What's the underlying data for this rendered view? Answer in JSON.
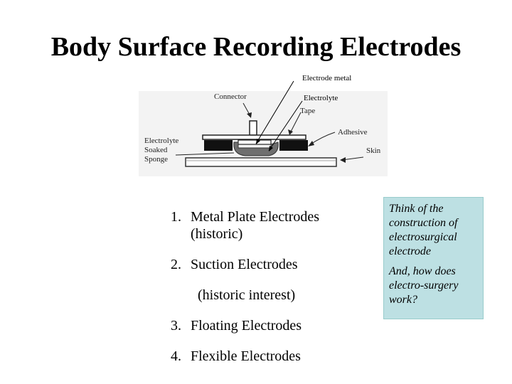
{
  "title": "Body Surface Recording Electrodes",
  "diagram": {
    "callouts": {
      "electrode_metal": "Electrode metal",
      "electrolyte": "Electrolyte"
    },
    "labels": {
      "connector": "Connector",
      "tape": "Tape",
      "adhesive": "Adhesive",
      "skin": "Skin",
      "sponge_line1": "Electrolyte",
      "sponge_line2": "Soaked",
      "sponge_line3": "Sponge"
    }
  },
  "list": {
    "items": [
      {
        "num": "1.",
        "text": "Metal Plate Electrodes",
        "sub": "(historic)"
      },
      {
        "num": "2.",
        "text": "Suction Electrodes",
        "sub": "(historic interest)"
      },
      {
        "num": "3.",
        "text": "Floating Electrodes"
      },
      {
        "num": "4.",
        "text": "Flexible Electrodes"
      }
    ]
  },
  "note": {
    "line1": "Think of the construction of electrosurgical electrode",
    "line2": "And, how does electro-surgery work?"
  }
}
